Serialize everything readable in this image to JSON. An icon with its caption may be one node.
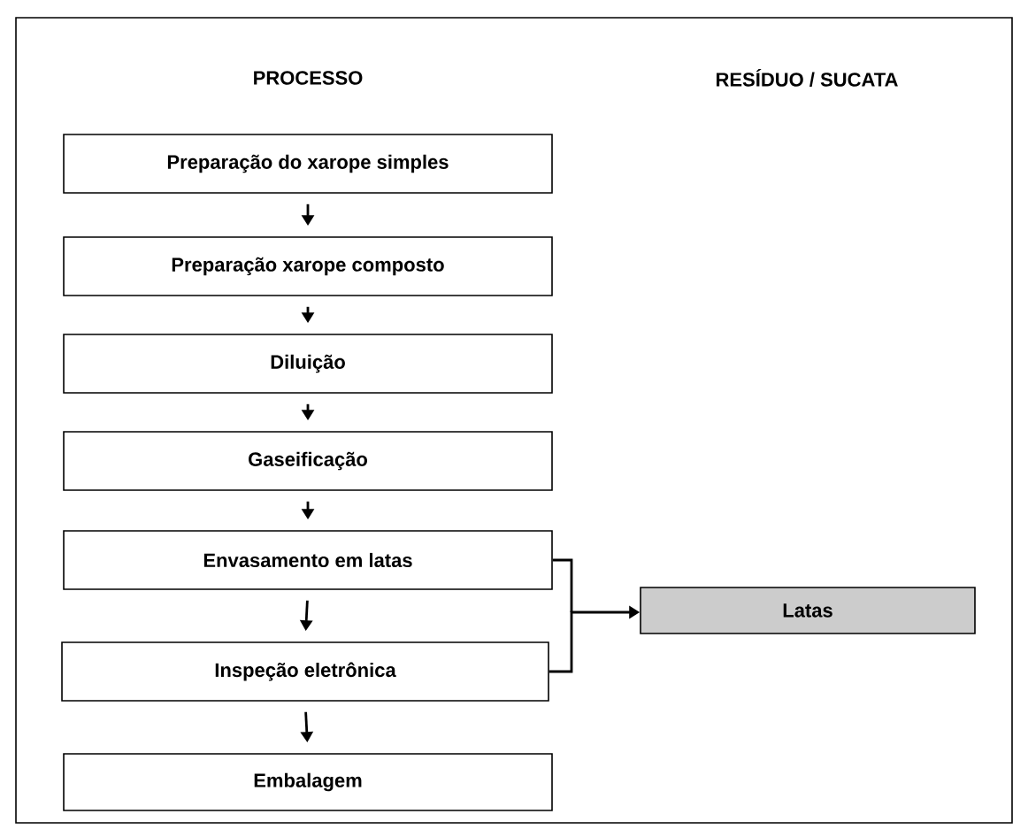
{
  "diagram": {
    "nodes": [
      {
        "text": [
          "Preparação do xarope simples"
        ]
      },
      {
        "text": [
          "Preparação xarope composto"
        ]
      },
      {
        "text": [
          "Diluição"
        ]
      },
      {
        "text": [
          "Gaseificação"
        ]
      },
      {
        "text": [
          "Envasamento em latas"
        ]
      },
      {
        "text": [
          "Inspeção eletrônica"
        ]
      },
      {
        "text": [
          "Embalagem"
        ]
      },
      {
        "text": [
          "Latas"
        ]
      }
    ],
    "edges": [
      {
        "from": 0,
        "to": 1,
        "arrow": "to"
      },
      {
        "from": 1,
        "to": 2,
        "arrow": "to"
      },
      {
        "from": 2,
        "to": 3,
        "arrow": "to"
      },
      {
        "from": 3,
        "to": 4,
        "arrow": "to"
      },
      {
        "from": 4,
        "to": 5,
        "arrow": "to"
      },
      {
        "from": 5,
        "to": 6,
        "arrow": "to"
      },
      {
        "from": 4,
        "to": 7,
        "arrow": "to"
      },
      {
        "from": 5,
        "to": 7,
        "arrow": "to"
      }
    ],
    "labels": [
      "PROCESSO",
      "RESÍDUO / SUCATA"
    ]
  }
}
